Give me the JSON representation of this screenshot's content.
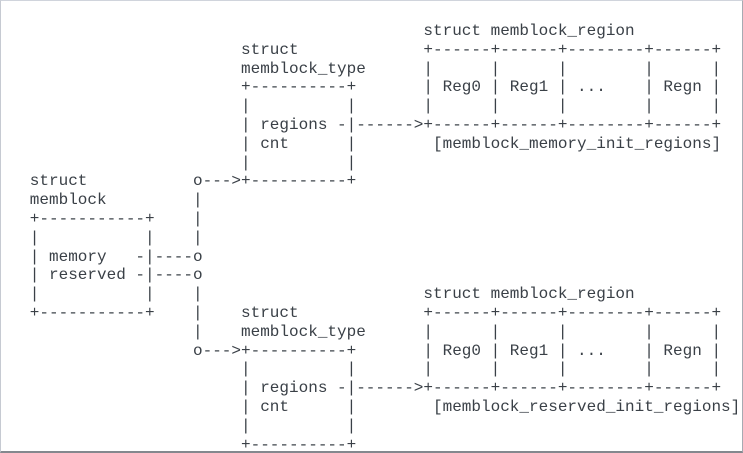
{
  "colors": {
    "text": "#3a4047",
    "background": "#ffffff",
    "frame_border_light": "#c6cad2",
    "frame_border_dark": "#84888e"
  },
  "diagram": {
    "memblock": {
      "struct_label": "struct memblock",
      "fields": [
        "memory",
        "reserved"
      ],
      "ascii": "struct\nmemblock\n+-----------+\n|           |\n| memory   -|\n| reserved -|\n|           |\n+-----------+"
    },
    "memblock_type_top": {
      "struct_label": "struct memblock_type",
      "fields": [
        "regions",
        "cnt"
      ],
      "ascii": "struct\nmemblock_type\n+----------+\n|          |\n| regions -|\n| cnt      |\n|          |\n+----------+"
    },
    "memblock_type_bottom": {
      "struct_label": "struct memblock_type",
      "fields": [
        "regions",
        "cnt"
      ],
      "ascii": "struct\nmemblock_type\n+----------+\n|          |\n| regions -|\n| cnt      |\n|          |\n+----------+"
    },
    "region_array_top": {
      "struct_label": "struct memblock_region",
      "cells": [
        "Reg0",
        "Reg1",
        "...",
        "Regn"
      ],
      "caption": "[memblock_memory_init_regions]",
      "ascii": "struct memblock_region\n+------+------+--------+------+\n|      |      |        |      |\n| Reg0 | Reg1 | ...    | Regn |\n|      |      |        |      |\n+------+------+--------+------+\n [memblock_memory_init_regions]"
    },
    "region_array_bottom": {
      "struct_label": "struct memblock_region",
      "cells": [
        "Reg0",
        "Reg1",
        "...",
        "Regn"
      ],
      "caption": "[memblock_reserved_init_regions]",
      "ascii": "struct memblock_region\n+------+------+--------+------+\n|      |      |        |      |\n| Reg0 | Reg1 | ...    | Regn |\n|      |      |        |      |\n+------+------+--------+------+\n [memblock_reserved_init_regions]"
    },
    "connector": {
      "ascii": "    o--->\n    |\n    |\n    |\n----o\n----o\n    |\n    |\n    |\n    o--->"
    },
    "arrow": {
      "ascii": "------>"
    }
  }
}
